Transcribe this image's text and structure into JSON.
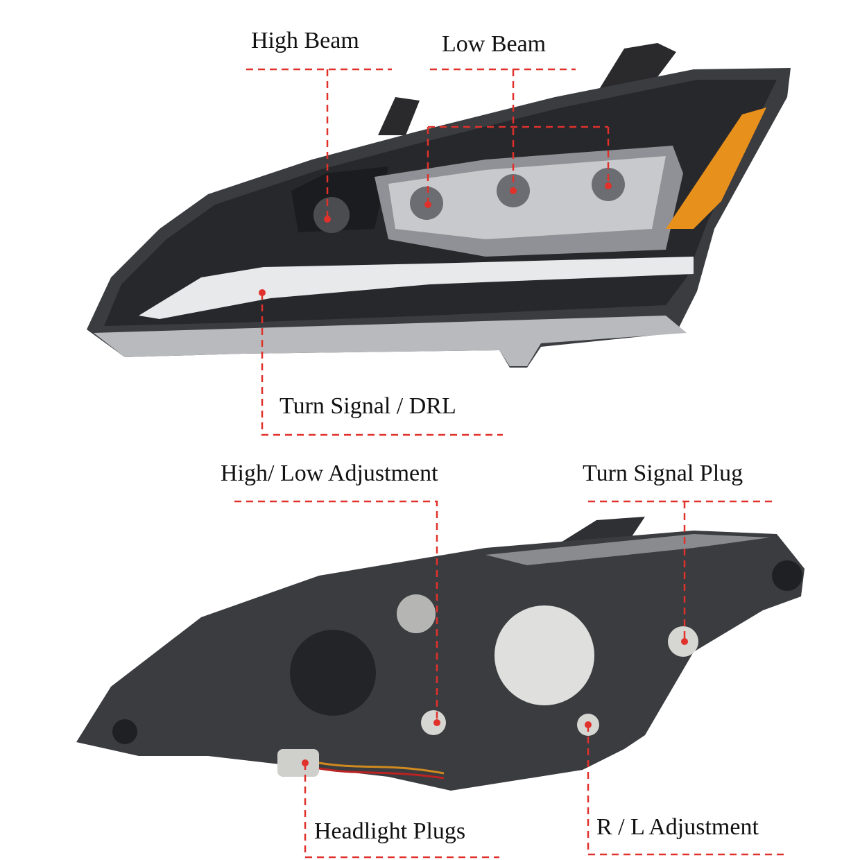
{
  "labels": {
    "high_beam": "High Beam",
    "low_beam": "Low Beam",
    "turn_signal_drl": "Turn Signal / DRL",
    "high_low_adjustment": "High/ Low Adjustment",
    "turn_signal_plug": "Turn Signal Plug",
    "headlight_plugs": "Headlight Plugs",
    "rl_adjustment": "R / L Adjustment"
  },
  "colors": {
    "leader": "#e0312b",
    "housing": "#2b2d31",
    "amber": "#e8901c"
  }
}
